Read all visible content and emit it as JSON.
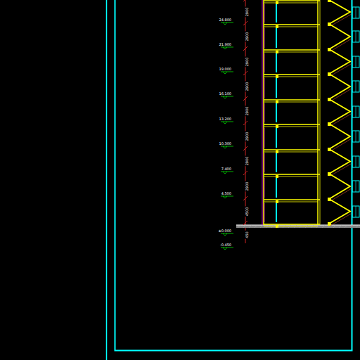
{
  "diagram": {
    "labels": [
      "24.800",
      "21.900",
      "19.000",
      "16.100",
      "13.200",
      "10.300",
      "7.400",
      "4.500",
      "±0.000",
      "-0.450",
      "2900",
      "2900",
      "2900",
      "2900",
      "2900",
      "2900",
      "2900",
      "2900",
      "4500",
      "450"
    ]
  }
}
